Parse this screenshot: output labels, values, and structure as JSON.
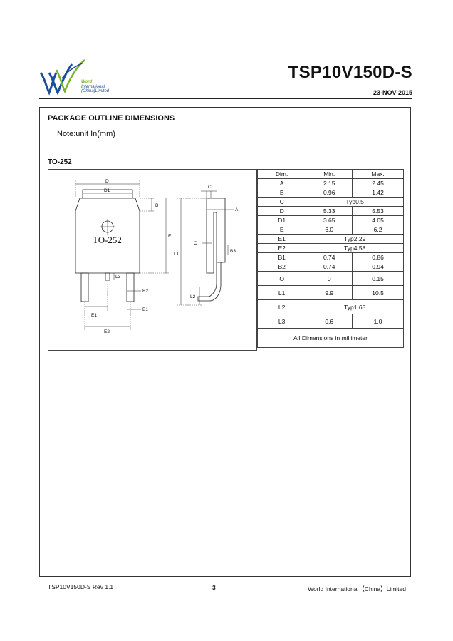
{
  "header": {
    "logo_brand": "Word",
    "logo_line1": "International",
    "logo_line2": "(China)Limited",
    "part_number": "TSP10V150D-S",
    "date": "23-NOV-2015"
  },
  "section": {
    "title": "PACKAGE OUTLINE DIMENSIONS",
    "note": "Note:unit In(mm)",
    "package": "TO-252"
  },
  "drawing": {
    "body_label": "TO-252",
    "labels": {
      "D": "D",
      "D1": "D1",
      "B": "B",
      "E": "E",
      "L3": "L3",
      "B2": "B2",
      "B1": "B1",
      "E1": "E1",
      "E2": "E2",
      "C": "C",
      "A": "A",
      "O": "O",
      "B3": "B3",
      "L1": "L1",
      "L2": "L2"
    }
  },
  "table": {
    "headers": [
      "Dim.",
      "Min.",
      "Max."
    ],
    "rows": [
      {
        "dim": "A",
        "min": "2.15",
        "max": "2.45"
      },
      {
        "dim": "B",
        "min": "0.96",
        "max": "1.42"
      },
      {
        "dim": "C",
        "typ": "Typ0.5"
      },
      {
        "dim": "D",
        "min": "5.33",
        "max": "5.53"
      },
      {
        "dim": "D1",
        "min": "3.65",
        "max": "4.05"
      },
      {
        "dim": "E",
        "min": "6.0",
        "max": "6.2"
      },
      {
        "dim": "E1",
        "typ": "Typ2.29"
      },
      {
        "dim": "E2",
        "typ": "Typ4.58"
      },
      {
        "dim": "B1",
        "min": "0.74",
        "max": "0.86"
      },
      {
        "dim": "B2",
        "min": "0.74",
        "max": "0.94"
      },
      {
        "dim": "O",
        "min": "0",
        "max": "0.15"
      },
      {
        "dim": "L1",
        "min": "9.9",
        "max": "10.5"
      },
      {
        "dim": "L2",
        "typ": "Typ1.65"
      },
      {
        "dim": "L3",
        "min": "0.6",
        "max": "1.0"
      }
    ],
    "footnote": "All Dimensions in millimeter"
  },
  "footer": {
    "left": "TSP10V150D-S  Rev 1.1",
    "page": "3",
    "right": "World   International【China】Limited"
  },
  "colors": {
    "logo_blue": "#1b4e9b",
    "logo_green": "#7ab22b"
  }
}
